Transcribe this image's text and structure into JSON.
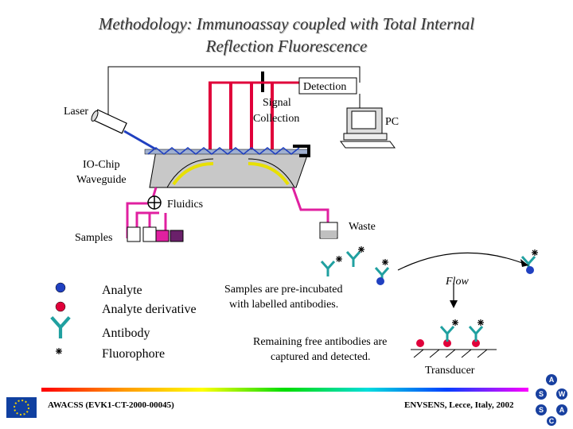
{
  "title": {
    "line1": "Methodology: Immunoassay coupled with Total Internal",
    "line2": "Reflection Fluorescence"
  },
  "diagram": {
    "detection": "Detection",
    "signal_collection_1": "Signal",
    "signal_collection_2": "Collection",
    "laser": "Laser",
    "pc": "PC",
    "io_chip_1": "IO-Chip",
    "io_chip_2": "Waveguide",
    "fluidics": "Fluidics",
    "waste": "Waste",
    "samples": "Samples"
  },
  "legend": {
    "analyte": "Analyte",
    "analyte_derivative": "Analyte derivative",
    "antibody": "Antibody",
    "fluorophore": "Fluorophore"
  },
  "process": {
    "preincubated_1": "Samples are pre-incubated",
    "preincubated_2": "with labelled antibodies.",
    "flow": "Flow",
    "remaining_1": "Remaining free antibodies are",
    "remaining_2": "captured and detected.",
    "transducer": "Transducer"
  },
  "footer": {
    "left": "AWACSS (EVK1-CT-2000-00045)",
    "right": "ENVSENS, Lecce, Italy, 2002"
  },
  "colors": {
    "red": "#e0003a",
    "magenta": "#e020a0",
    "blue": "#2040c0",
    "teal": "#20a0a0",
    "chip_gray": "#c8c8c8"
  },
  "icons": [
    "laser-icon",
    "computer-icon",
    "valve-icon",
    "container-icon",
    "eu-flag-icon",
    "envsens-logo-icon"
  ]
}
